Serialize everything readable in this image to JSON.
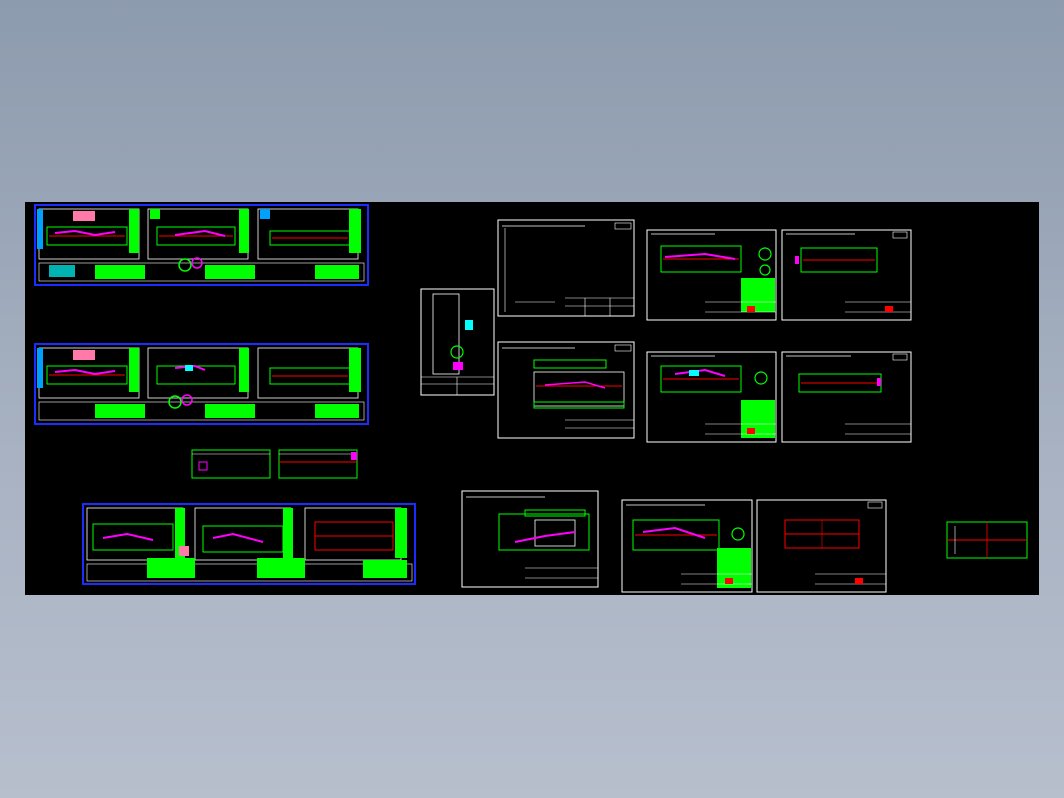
{
  "viewer": {
    "background_top": "#8d9bae",
    "background_bottom": "#b7bfcd",
    "canvas_color": "#000000"
  },
  "colors": {
    "frame": "#ffffff",
    "sheet_border_blue": "#1c2cff",
    "geometry_green": "#00ff00",
    "dimension_magenta": "#ff00ff",
    "centerline_red": "#ff0000",
    "text_cyan": "#00ffff"
  },
  "drawing": {
    "description_icons": [
      "cad-sheet",
      "title-block",
      "dimension",
      "centerline"
    ]
  }
}
